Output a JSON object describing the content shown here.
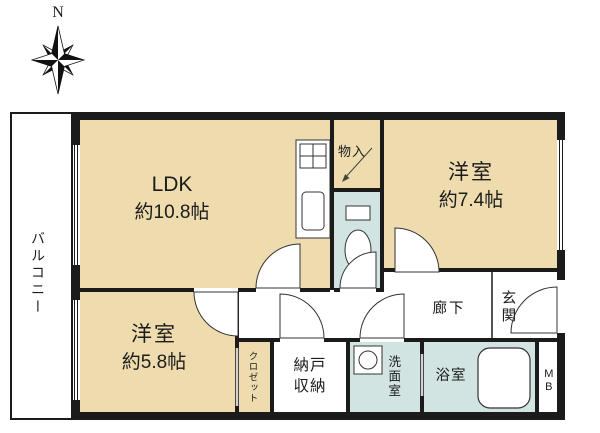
{
  "compass": {
    "north_label": "N"
  },
  "rooms": {
    "balcony": {
      "label": "バルコニー"
    },
    "ldk": {
      "name": "LDK",
      "size": "約10.8帖"
    },
    "storage_top": {
      "label": "物入"
    },
    "bedroom_right": {
      "name": "洋室",
      "size": "約7.4帖"
    },
    "bedroom_left": {
      "name": "洋室",
      "size": "約5.8帖"
    },
    "closet": {
      "label": "クロゼット"
    },
    "storage_room": {
      "line1": "納戸",
      "line2": "収納"
    },
    "washroom": {
      "label": "洗面室"
    },
    "bathroom": {
      "label": "浴室"
    },
    "hallway": {
      "label": "廊下"
    },
    "entrance": {
      "label": "玄関"
    },
    "meter_box": {
      "label": "MB"
    }
  },
  "fixtures": [
    "compass-rose",
    "kitchen-stove",
    "kitchen-sink",
    "toilet",
    "washbasin",
    "bathtub"
  ],
  "colors": {
    "room_tan": "#EEDCAE",
    "wet_blue": "#D2E4E2",
    "wall": "#1B1B1B"
  }
}
